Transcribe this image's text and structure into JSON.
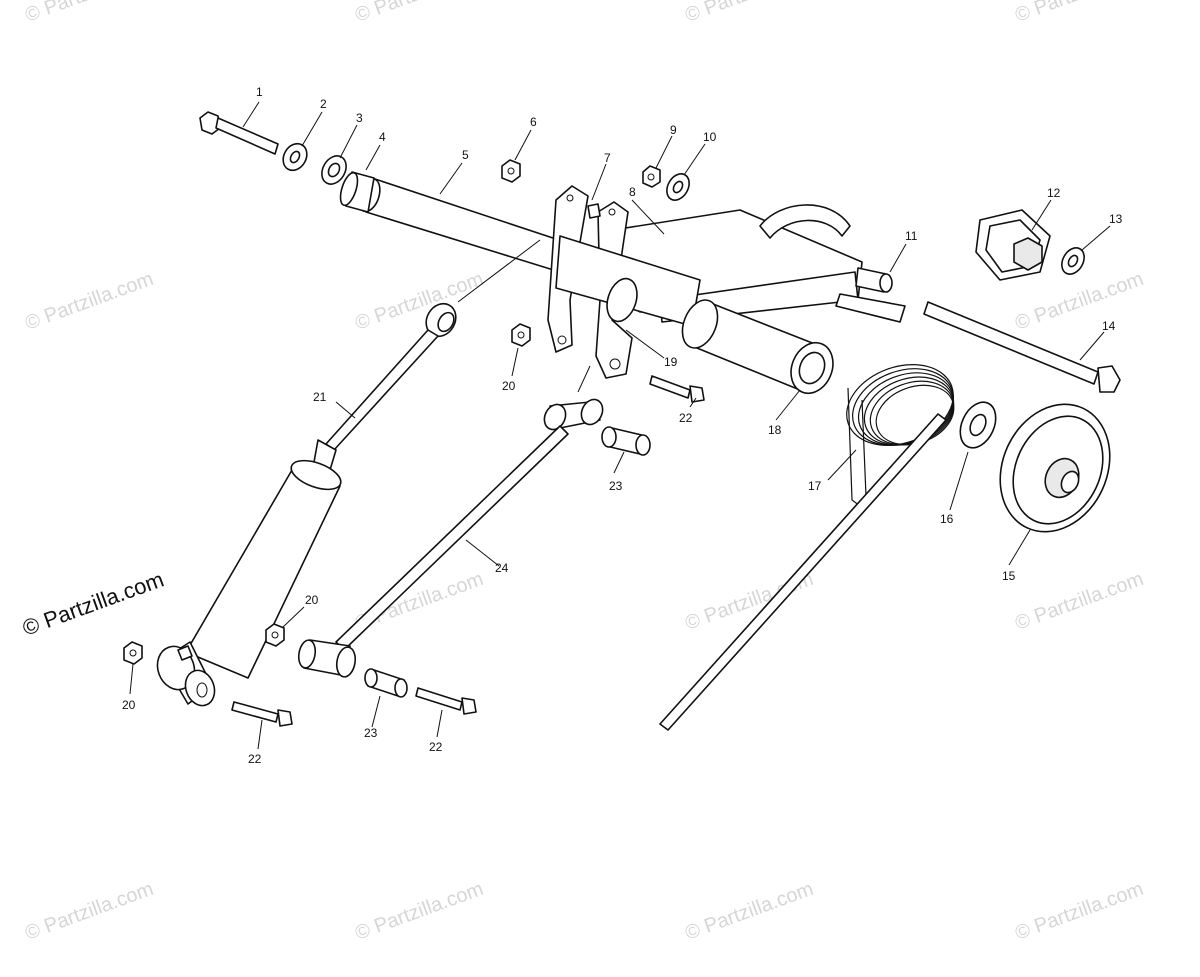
{
  "watermark": "© Partzilla.com",
  "callouts": [
    "1",
    "2",
    "3",
    "4",
    "5",
    "6",
    "7",
    "8",
    "9",
    "10",
    "11",
    "12",
    "13",
    "14",
    "15",
    "16",
    "17",
    "18",
    "19",
    "20",
    "20",
    "20",
    "21",
    "22",
    "22",
    "22",
    "23",
    "23",
    "24"
  ]
}
